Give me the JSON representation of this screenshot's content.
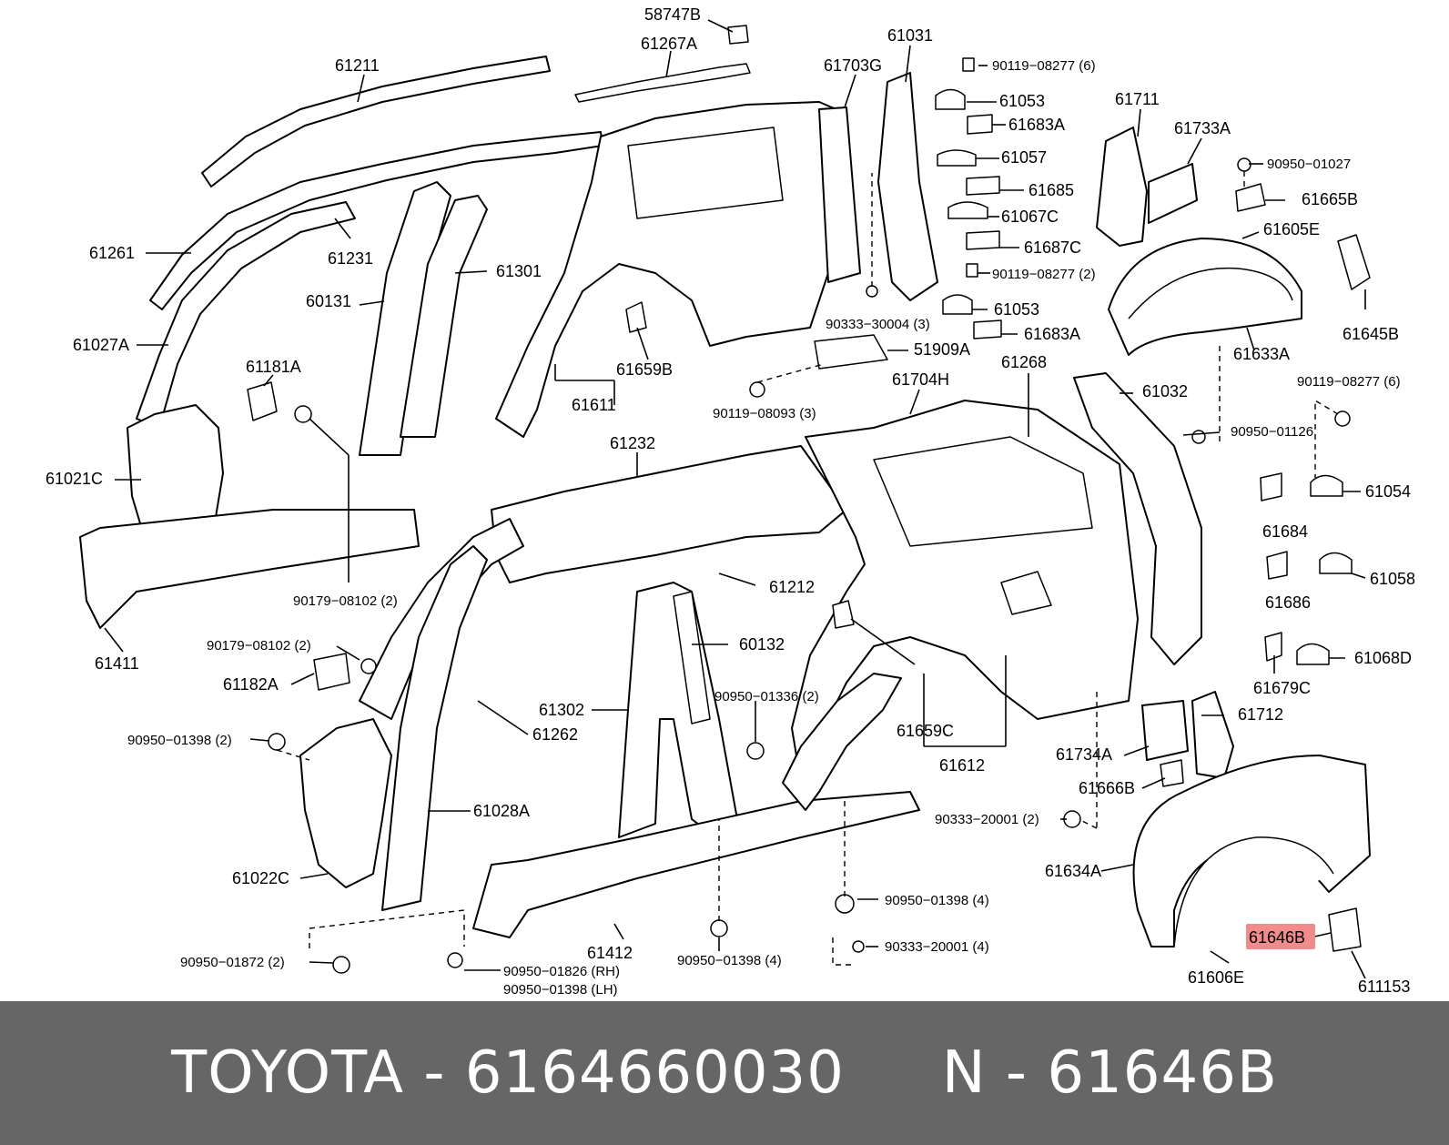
{
  "diagram": {
    "highlight_color": "#f28b8b",
    "labels": [
      {
        "id": "58747B",
        "text": "58747B"
      },
      {
        "id": "61267A",
        "text": "61267A"
      },
      {
        "id": "61031",
        "text": "61031"
      },
      {
        "id": "61211",
        "text": "61211"
      },
      {
        "id": "61703G",
        "text": "61703G"
      },
      {
        "id": "90119-08277-6a",
        "text": "90119−08277 (6)"
      },
      {
        "id": "61053a",
        "text": "61053"
      },
      {
        "id": "61683A-a",
        "text": "61683A"
      },
      {
        "id": "61711",
        "text": "61711"
      },
      {
        "id": "61733A",
        "text": "61733A"
      },
      {
        "id": "61057",
        "text": "61057"
      },
      {
        "id": "90950-01027",
        "text": "90950−01027"
      },
      {
        "id": "61685",
        "text": "61685"
      },
      {
        "id": "61665B",
        "text": "61665B"
      },
      {
        "id": "61067C",
        "text": "61067C"
      },
      {
        "id": "61605E",
        "text": "61605E"
      },
      {
        "id": "61687C",
        "text": "61687C"
      },
      {
        "id": "61261",
        "text": "61261"
      },
      {
        "id": "61231",
        "text": "61231"
      },
      {
        "id": "61301",
        "text": "61301"
      },
      {
        "id": "90119-08277-2",
        "text": "90119−08277 (2)"
      },
      {
        "id": "60131",
        "text": "60131"
      },
      {
        "id": "61053b",
        "text": "61053"
      },
      {
        "id": "90333-30004",
        "text": "90333−30004 (3)"
      },
      {
        "id": "61683A-b",
        "text": "61683A"
      },
      {
        "id": "61645B",
        "text": "61645B"
      },
      {
        "id": "61027A",
        "text": "61027A"
      },
      {
        "id": "51909A",
        "text": "51909A"
      },
      {
        "id": "61633A",
        "text": "61633A"
      },
      {
        "id": "61181A",
        "text": "61181A"
      },
      {
        "id": "61659B",
        "text": "61659B"
      },
      {
        "id": "61268",
        "text": "61268"
      },
      {
        "id": "61704H",
        "text": "61704H"
      },
      {
        "id": "90119-08277-6b",
        "text": "90119−08277 (6)"
      },
      {
        "id": "61032",
        "text": "61032"
      },
      {
        "id": "61611",
        "text": "61611"
      },
      {
        "id": "90119-08093",
        "text": "90119−08093 (3)"
      },
      {
        "id": "90950-01126",
        "text": "90950−01126"
      },
      {
        "id": "61232",
        "text": "61232"
      },
      {
        "id": "61021C",
        "text": "61021C"
      },
      {
        "id": "61054",
        "text": "61054"
      },
      {
        "id": "61684",
        "text": "61684"
      },
      {
        "id": "61058",
        "text": "61058"
      },
      {
        "id": "61212",
        "text": "61212"
      },
      {
        "id": "90179-08102-2a",
        "text": "90179−08102 (2)"
      },
      {
        "id": "61686",
        "text": "61686"
      },
      {
        "id": "90179-08102-2b",
        "text": "90179−08102 (2)"
      },
      {
        "id": "60132",
        "text": "60132"
      },
      {
        "id": "61068D",
        "text": "61068D"
      },
      {
        "id": "61411",
        "text": "61411"
      },
      {
        "id": "61182A",
        "text": "61182A"
      },
      {
        "id": "61679C",
        "text": "61679C"
      },
      {
        "id": "90950-01336",
        "text": "90950−01336 (2)"
      },
      {
        "id": "61302",
        "text": "61302"
      },
      {
        "id": "61712",
        "text": "61712"
      },
      {
        "id": "90950-01398-2",
        "text": "90950−01398 (2)"
      },
      {
        "id": "61262",
        "text": "61262"
      },
      {
        "id": "61659C",
        "text": "61659C"
      },
      {
        "id": "61734A",
        "text": "61734A"
      },
      {
        "id": "61612",
        "text": "61612"
      },
      {
        "id": "61666B",
        "text": "61666B"
      },
      {
        "id": "61028A",
        "text": "61028A"
      },
      {
        "id": "90333-20001-2",
        "text": "90333−20001 (2)"
      },
      {
        "id": "61022C",
        "text": "61022C"
      },
      {
        "id": "61634A",
        "text": "61634A"
      },
      {
        "id": "90950-01398-4a",
        "text": "90950−01398 (4)"
      },
      {
        "id": "61646B",
        "text": "61646B"
      },
      {
        "id": "90333-20001-4",
        "text": "90333−20001 (4)"
      },
      {
        "id": "90950-01872",
        "text": "90950−01872 (2)"
      },
      {
        "id": "61412",
        "text": "61412"
      },
      {
        "id": "90950-01398-4b",
        "text": "90950−01398 (4)"
      },
      {
        "id": "61606E",
        "text": "61606E"
      },
      {
        "id": "90950-01826",
        "text": "90950−01826 (RH)"
      },
      {
        "id": "611153",
        "text": "611153"
      },
      {
        "id": "90950-01398-LH",
        "text": "90950−01398 (LH)"
      }
    ]
  },
  "footer": {
    "brand": "TOYOTA",
    "separator": " - ",
    "part_number": "6164660030",
    "gap": "     ",
    "ref_prefix": "N",
    "ref_code": "61646B"
  }
}
